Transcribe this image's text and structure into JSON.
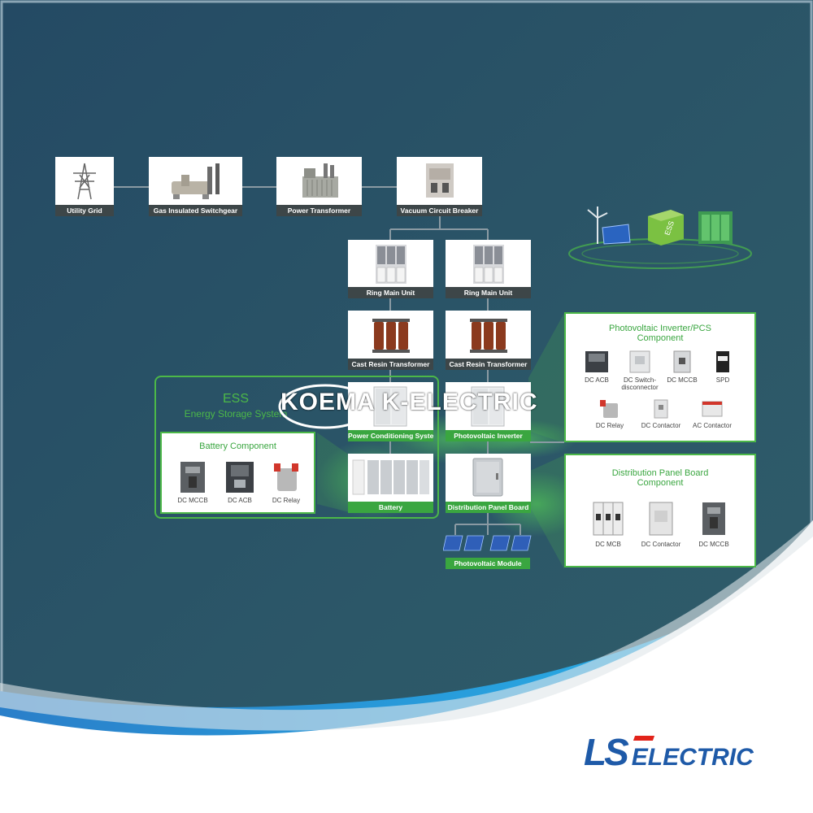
{
  "colors": {
    "accent_green": "#4cb848",
    "background": "#2a5368",
    "label_bar": "#3d4648",
    "logo_blue": "#1e5aa8",
    "logo_red": "#e2231a"
  },
  "top_row": [
    {
      "label": "Utility Grid",
      "icon": "transmission-tower-icon"
    },
    {
      "label": "Gas Insulated Switchgear",
      "icon": "gis-icon"
    },
    {
      "label": "Power Transformer",
      "icon": "power-transformer-icon"
    },
    {
      "label": "Vacuum Circuit Breaker",
      "icon": "vcb-icon"
    }
  ],
  "left_branch": {
    "rmu": "Ring Main Unit",
    "transformer": "Cast Resin Transformer",
    "pcs": "Power Conditioning System",
    "battery": "Battery"
  },
  "right_branch": {
    "rmu": "Ring Main Unit",
    "transformer": "Cast Resin Transformer",
    "inverter": "Photovoltaic Inverter",
    "distribution": "Distribution Panel Board",
    "pv_module": "Photovoltaic Module"
  },
  "ess": {
    "title": "ESS",
    "subtitle": "Energy Storage System",
    "battery_component": {
      "title": "Battery Component",
      "items": [
        "DC MCCB",
        "DC ACB",
        "DC Relay"
      ]
    }
  },
  "pv_inverter_component": {
    "title_line1": "Photovoltaic Inverter/PCS",
    "title_line2": "Component",
    "items": [
      "DC ACB",
      "DC Switch-",
      "disconnector",
      "DC MCCB",
      "SPD",
      "DC Relay",
      "DC Contactor",
      "AC Contactor"
    ]
  },
  "distribution_component": {
    "title_line1": "Distribution Panel Board",
    "title_line2": "Component",
    "items": [
      "DC MCB",
      "DC Contactor",
      "DC MCCB"
    ]
  },
  "badge_icons": [
    "wind-solar-icon",
    "ess-battery-icon",
    "inverter-cabinet-icon"
  ],
  "watermark": "KOEMA K-ELECTRIC",
  "logo": {
    "ls": "LS",
    "electric": "ELECTRIC"
  }
}
